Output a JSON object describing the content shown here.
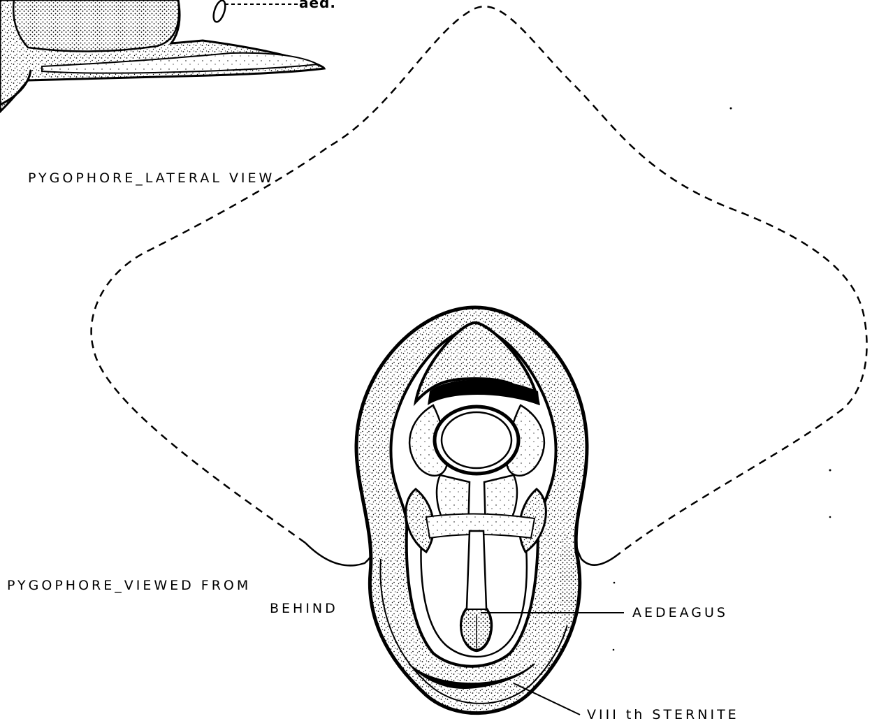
{
  "labels": {
    "lateral_view": "PYGOPHORE_LATERAL VIEW",
    "behind_view_line1": "PYGOPHORE_VIEWED FROM",
    "behind_view_line2": "BEHIND",
    "aedeagus": "AEDEAGUS",
    "sternite": "VIII th STERNITE",
    "aed_abbrev": "aed."
  },
  "colors": {
    "ink": "#000000",
    "paper": "#ffffff"
  }
}
